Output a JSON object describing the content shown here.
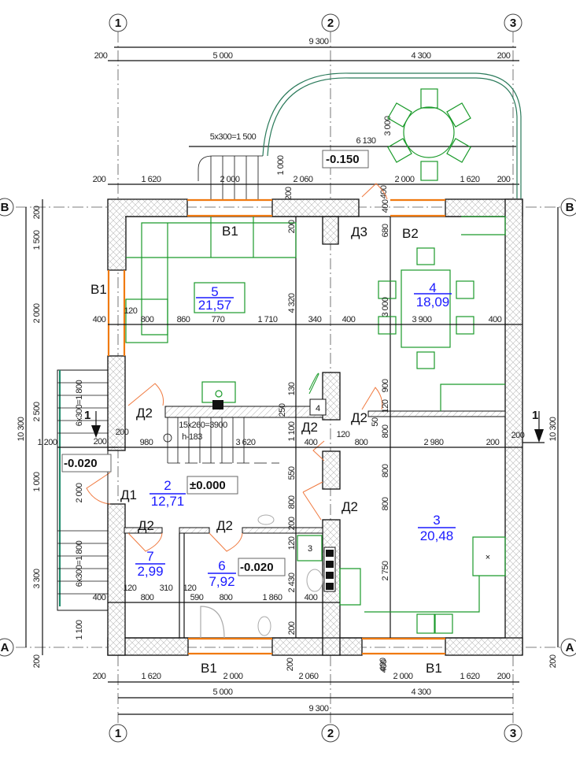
{
  "drawing": {
    "title": "Floor plan",
    "colors": {
      "wall_stroke": "#111111",
      "furniture": "#1a9a2a",
      "door": "#f07a40",
      "window": "#f07a10",
      "room_label": "#1a1aff",
      "terrace": "#2a7a5a"
    }
  },
  "axes": {
    "columns": [
      "1",
      "2",
      "3"
    ],
    "rows": [
      "B",
      "A"
    ]
  },
  "top_dims": {
    "overall": "9 300",
    "spans": [
      "200",
      "5 000",
      "4 300",
      "200"
    ],
    "openings": [
      "200",
      "1 620",
      "2 000",
      "2 060",
      "2 000",
      "1 620",
      "200"
    ],
    "stair": "5x300=1 500",
    "terrace_width": "6 130",
    "terrace_depth": "3 000",
    "porch_depth": "1 000",
    "wall_200": "200",
    "wall_400": "400"
  },
  "bottom_dims": {
    "openings": [
      "200",
      "1 620",
      "2 000",
      "2 060",
      "2 000",
      "1 620",
      "200"
    ],
    "spans": [
      "5 000",
      "4 300"
    ],
    "overall": "9 300",
    "wall_200": "200",
    "wall_400": "400"
  },
  "left_dims": {
    "overall": "10 300",
    "chain": [
      "200",
      "1 500",
      "2 000",
      "2 500",
      "1 000",
      "3 300",
      "1 100",
      "200"
    ],
    "stair_top": "6x300=1 800",
    "stair_bottom": "6x300=1 800",
    "landing": "2 000",
    "landing_width": "1 200",
    "dim_200": "200"
  },
  "right_dims": {
    "overall": "10 300",
    "bottom_200": "200"
  },
  "interior_dims": {
    "row1": [
      "400",
      "120",
      "800",
      "860",
      "770",
      "1 710",
      "340",
      "400",
      "3 900",
      "400"
    ],
    "row2": [
      "200",
      "980",
      "3 620",
      "400",
      "120",
      "800",
      "2 980",
      "200",
      "200"
    ],
    "row3": [
      "400",
      "120",
      "800",
      "310",
      "120",
      "590",
      "800",
      "1 860",
      "400"
    ],
    "vertical_mid": [
      "200",
      "4 320",
      "130",
      "250",
      "1 100",
      "550",
      "800",
      "200",
      "120",
      "2 430",
      "200"
    ],
    "vertical_right": [
      "400",
      "680",
      "3 000",
      "900",
      "120",
      "50",
      "800",
      "800",
      "800",
      "2 750",
      "400"
    ],
    "stair_inner": "15x260=3900",
    "stair_h": "h-183"
  },
  "rooms": [
    {
      "number": "5",
      "area": "21,57"
    },
    {
      "number": "4",
      "area": "18,09"
    },
    {
      "number": "2",
      "area": "12,71"
    },
    {
      "number": "7",
      "area": "2,99"
    },
    {
      "number": "6",
      "area": "7,92"
    },
    {
      "number": "3",
      "area": "20,48"
    }
  ],
  "levels": {
    "terrace": "-0.150",
    "porch": "-0.020",
    "hall": "±0.000",
    "bath": "-0.020"
  },
  "tags": {
    "window_b1": "B1",
    "window_b2": "B2",
    "door_d1": "Д1",
    "door_d2": "Д2",
    "door_d3": "Д3",
    "section": "1",
    "equipment_3": "3",
    "equipment_4": "4"
  }
}
